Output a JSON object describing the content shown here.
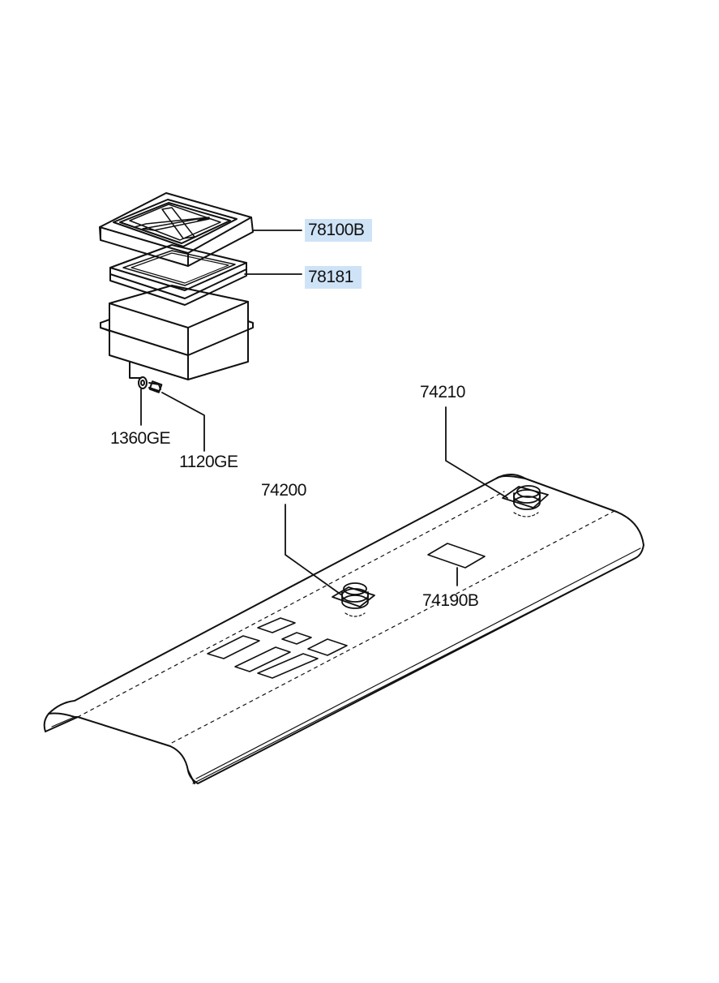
{
  "highlight_color": "#cfe3f7",
  "line_color": "#111111",
  "labels": {
    "78100B": "78100B",
    "78181": "78181",
    "1360GE": "1360GE",
    "1120GE": "1120GE",
    "74210": "74210",
    "74200": "74200",
    "74190B": "74190B"
  }
}
